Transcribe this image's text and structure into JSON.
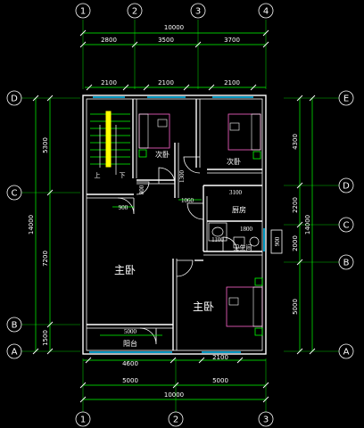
{
  "grid_top": [
    "1",
    "2",
    "3",
    "4"
  ],
  "grid_bottom": [
    "1",
    "2",
    "3"
  ],
  "grid_left": [
    "D",
    "C",
    "B",
    "A"
  ],
  "grid_right": [
    "E",
    "D",
    "C",
    "B",
    "A"
  ],
  "dims": {
    "top_total": "10000",
    "top_seg1": "2800",
    "top_seg2": "3500",
    "top_seg3": "3700",
    "top_win1": "2100",
    "top_win2": "2100",
    "top_win3": "2100",
    "left_total": "14000",
    "left_d_c": "5300",
    "left_c_b": "7200",
    "left_b_a": "1500",
    "right_total": "14000",
    "right_e_d": "4300",
    "right_d_c": "2200",
    "right_c_b": "2000",
    "right_b_a": "5000",
    "right_win": "900",
    "bottom_win1": "4600",
    "bottom_win2": "2100",
    "bottom_seg1": "5000",
    "bottom_seg2": "5000",
    "bottom_total": "10000",
    "door1": "900",
    "door2": "1060",
    "door3": "1100",
    "door4": "1800",
    "kitchen_w": "3100",
    "bal_w": "5000",
    "door_stair": "800",
    "door_bed": "1300"
  },
  "rooms": {
    "bedroom1": "次卧",
    "bedroom2": "次卧",
    "kitchen": "厨房",
    "bath": "卫生间",
    "master1": "主卧",
    "master2": "主卧",
    "balcony": "阳台",
    "stair_up": "上",
    "stair_down": "下"
  },
  "colors": {
    "background": "#000000",
    "wall": "#ffffff",
    "dimension": "#00ff00",
    "window": "#00c8ff",
    "furniture": "#ff66cc",
    "stair": "#ffff00"
  }
}
